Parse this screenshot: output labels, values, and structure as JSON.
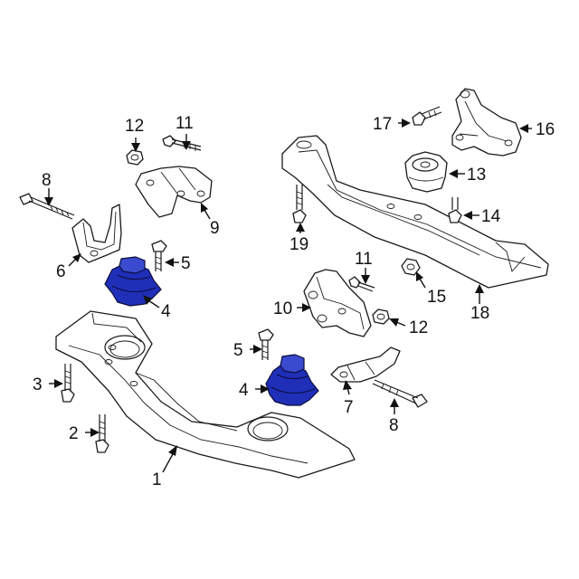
{
  "colors": {
    "highlight": "#1f2fb8",
    "highlight_dark": "#121c7a",
    "line": "#1a1a1a",
    "background": "#ffffff"
  },
  "callouts": {
    "c1": "1",
    "c2": "2",
    "c3": "3",
    "c4a": "4",
    "c4b": "4",
    "c5a": "5",
    "c5b": "5",
    "c6": "6",
    "c7": "7",
    "c8a": "8",
    "c8b": "8",
    "c9": "9",
    "c10": "10",
    "c11a": "11",
    "c11b": "11",
    "c12a": "12",
    "c12b": "12",
    "c13": "13",
    "c14": "14",
    "c15": "15",
    "c16": "16",
    "c17": "17",
    "c18": "18",
    "c19": "19"
  }
}
